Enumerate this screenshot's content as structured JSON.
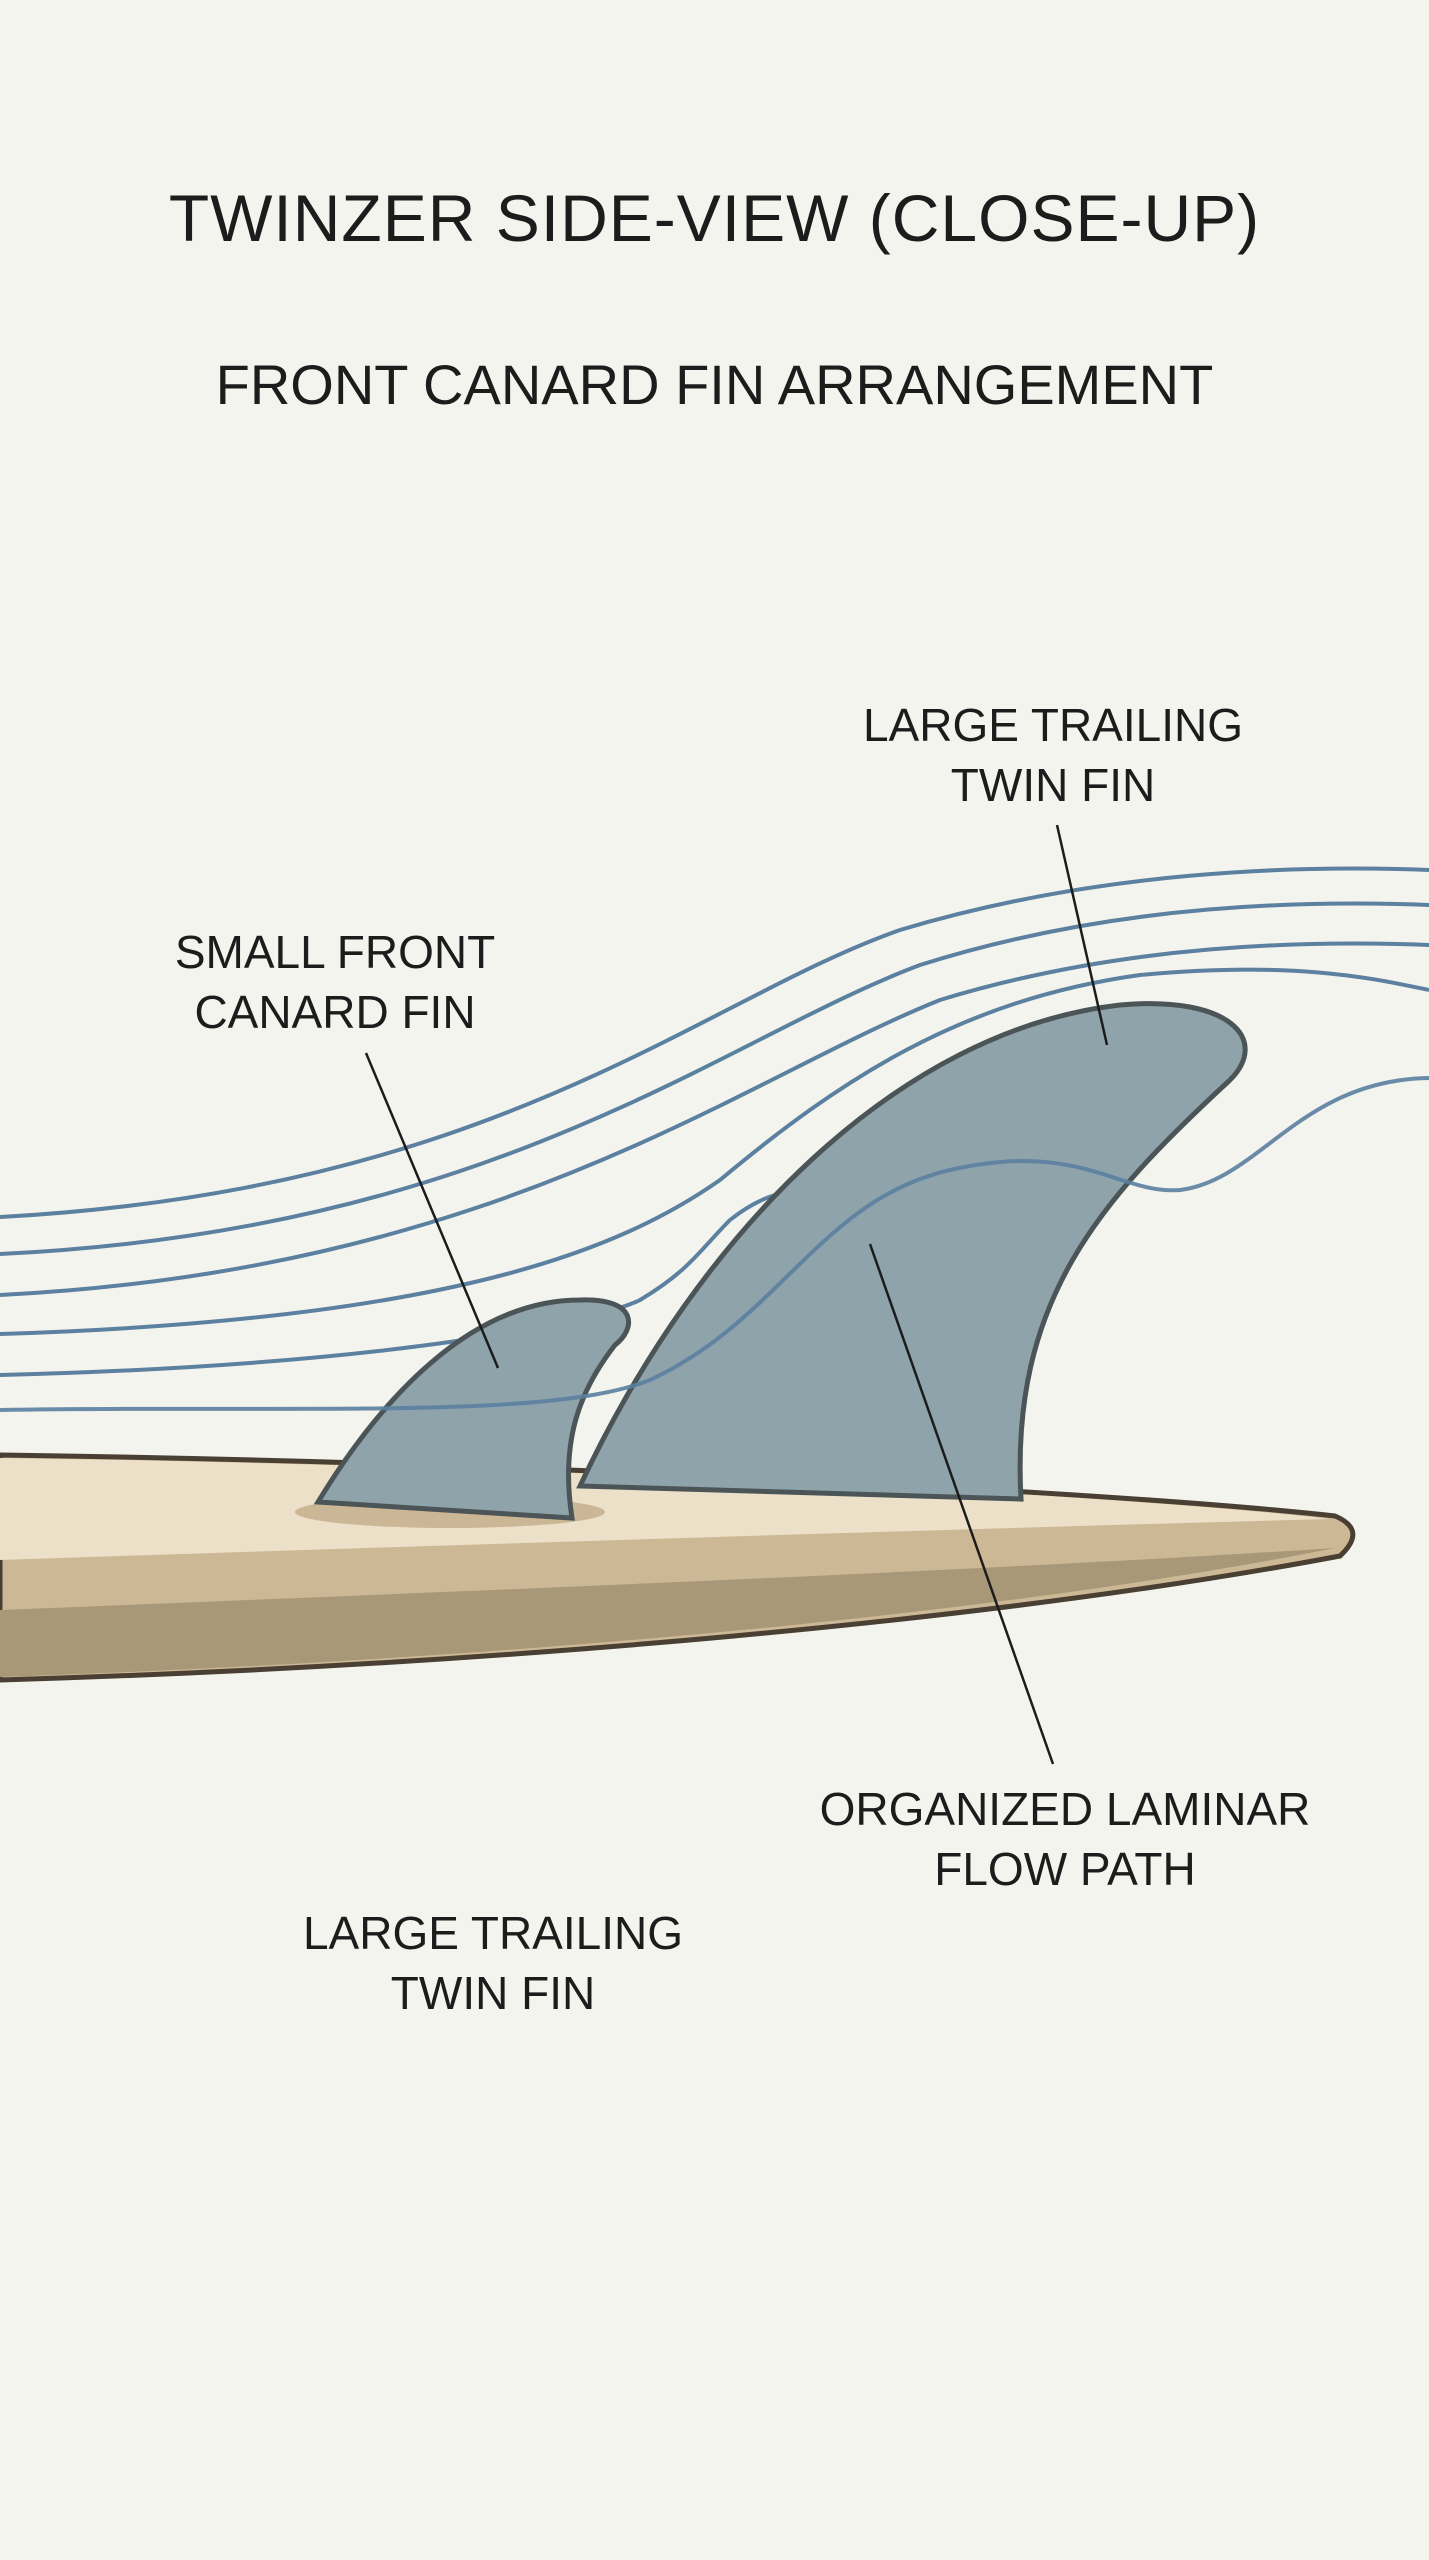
{
  "title": "TWINZER SIDE-VIEW (CLOSE-UP)",
  "subtitle": "FRONT CANARD FIN ARRANGEMENT",
  "labels": {
    "trailing_top": [
      "LARGE TRAILING",
      "TWIN FIN"
    ],
    "canard": [
      "SMALL FRONT",
      "CANARD FIN"
    ],
    "laminar": [
      "ORGANIZED LAMINAR",
      "FLOW PATH"
    ],
    "trailing_bottom": [
      "LARGE TRAILING",
      "TWIN FIN"
    ]
  },
  "colors": {
    "background": "#f4f4ee",
    "flow": "#5b80a0",
    "fin": "#8fa3ab",
    "fin_outline": "#4b5558",
    "board_top": "#ede0c8",
    "board_mid": "#cdb896",
    "board_low": "#a89878",
    "board_outline": "#4a3f33"
  }
}
